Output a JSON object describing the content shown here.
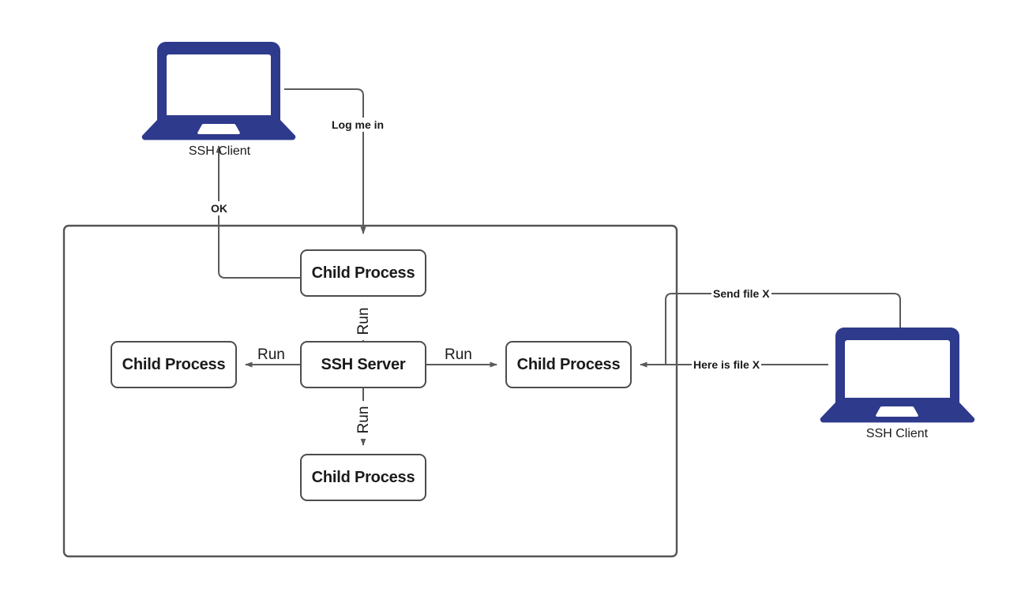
{
  "diagram": {
    "title": "SSH server child process architecture",
    "colors": {
      "laptop": "#2e3a8c",
      "box_border": "#4d4d4d",
      "container_border": "#555555",
      "edge": "#5a5a5a",
      "text": "#1a1a1a"
    },
    "container": {
      "name": "ssh-server-host-boundary"
    },
    "nodes": [
      {
        "id": "client-top",
        "type": "laptop",
        "caption": "SSH Client"
      },
      {
        "id": "client-right",
        "type": "laptop",
        "caption": "SSH Client"
      },
      {
        "id": "child-top",
        "type": "process",
        "label": "Child Process"
      },
      {
        "id": "child-left",
        "type": "process",
        "label": "Child Process"
      },
      {
        "id": "ssh-server",
        "type": "process",
        "label": "SSH Server"
      },
      {
        "id": "child-right",
        "type": "process",
        "label": "Child Process"
      },
      {
        "id": "child-bottom",
        "type": "process",
        "label": "Child Process"
      }
    ],
    "edges": [
      {
        "id": "login",
        "label": "Log me in",
        "from": "client-top",
        "to": "child-top",
        "style": "bold"
      },
      {
        "id": "ok",
        "label": "OK",
        "from": "child-top",
        "to": "client-top",
        "style": "bold"
      },
      {
        "id": "run-up",
        "label": "Run",
        "from": "ssh-server",
        "to": "child-top",
        "style": "plain-rot"
      },
      {
        "id": "run-left",
        "label": "Run",
        "from": "ssh-server",
        "to": "child-left",
        "style": "plain"
      },
      {
        "id": "run-right",
        "label": "Run",
        "from": "ssh-server",
        "to": "child-right",
        "style": "plain"
      },
      {
        "id": "run-down",
        "label": "Run",
        "from": "ssh-server",
        "to": "child-bottom",
        "style": "plain-rot"
      },
      {
        "id": "send-file",
        "label": "Send file X",
        "from": "child-right",
        "to": "client-right",
        "style": "bold"
      },
      {
        "id": "here-is-file",
        "label": "Here is file X",
        "from": "client-right",
        "to": "child-right",
        "style": "bold"
      }
    ]
  }
}
